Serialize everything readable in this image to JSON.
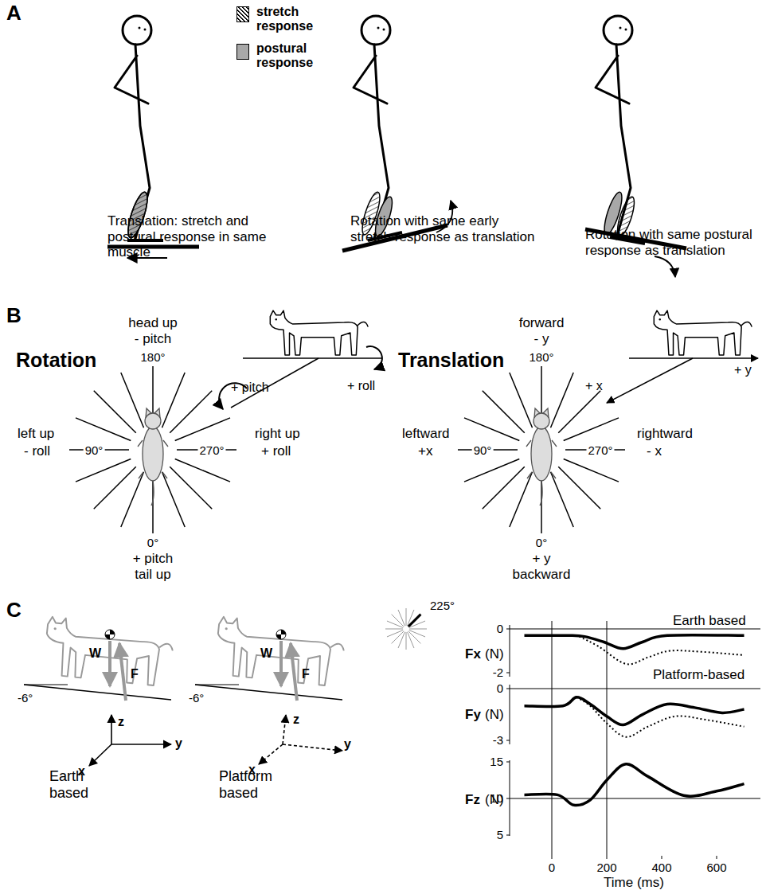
{
  "diagram": {
    "labels": [
      "A",
      "Translation: stretch and postural response in same muscle",
      "Rotation with same early stretch response as translation",
      "Rotation with same postural response as translation",
      "B",
      "Rotation",
      "head up",
      "- pitch",
      "180°",
      "left up",
      "- roll",
      "90°",
      "right up",
      "+ roll",
      "270°",
      "0°",
      "+ pitch",
      "tail up",
      "+ pitch",
      "+ roll",
      "Translation",
      "forward",
      "- y",
      "180°",
      "leftward",
      "+x",
      "90°",
      "rightward",
      "- x",
      "270°",
      "0°",
      "+ y",
      "backward",
      "+ y",
      "+ x",
      "C",
      "W",
      "-6°",
      "F",
      "z",
      "x",
      "y",
      "Earth based",
      "W",
      "-6°",
      "F",
      "z",
      "x",
      "y",
      "Platform based",
      "225°",
      "Fx",
      "(N)",
      "0",
      "-2",
      "Earth based",
      "Platform-based",
      "Fy",
      "(N)",
      "0",
      "-3",
      "Fz",
      "(N)",
      "15",
      "10",
      "5",
      "0",
      "200",
      "400",
      "600",
      "Time (ms)"
    ],
    "legend": [
      {
        "text": "stretch response"
      },
      {
        "text": "postural response",
        "color": "#a8a8a8"
      }
    ]
  }
}
